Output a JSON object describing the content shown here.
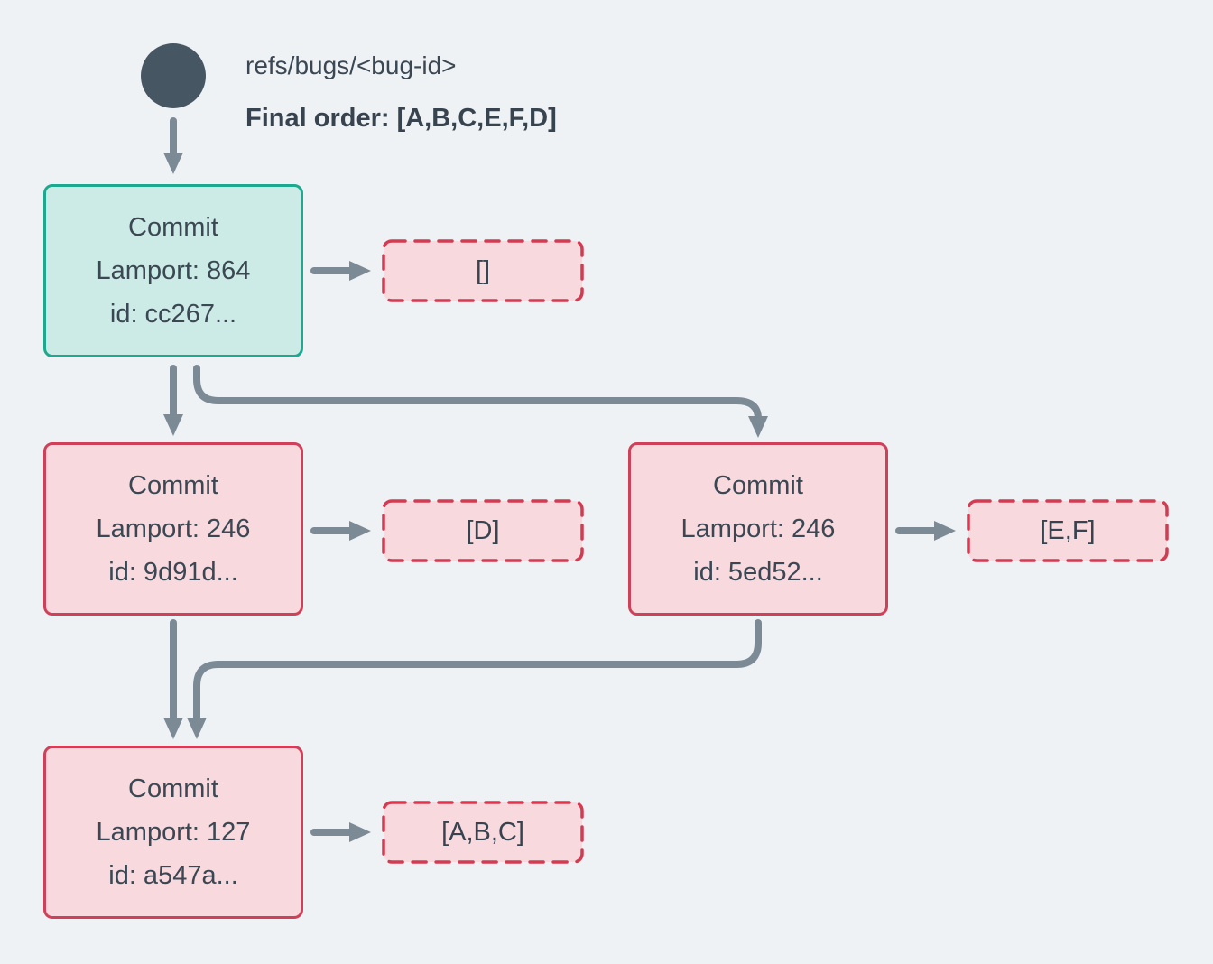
{
  "header": {
    "ref_label": "refs/bugs/<bug-id>",
    "final_order": "Final order: [A,B,C,E,F,D]"
  },
  "nodes": [
    {
      "id": "root",
      "title": "Commit",
      "lamport": "Lamport: 864",
      "commit_id": "id: cc267...",
      "variant": "teal",
      "order": "[]"
    },
    {
      "id": "left",
      "title": "Commit",
      "lamport": "Lamport: 246",
      "commit_id": "id: 9d91d...",
      "variant": "pink",
      "order": "[D]"
    },
    {
      "id": "right",
      "title": "Commit",
      "lamport": "Lamport: 246",
      "commit_id": "id: 5ed52...",
      "variant": "pink",
      "order": "[E,F]"
    },
    {
      "id": "bottom",
      "title": "Commit",
      "lamport": "Lamport: 127",
      "commit_id": "id: a547a...",
      "variant": "pink",
      "order": "[A,B,C]"
    }
  ],
  "edges": [
    {
      "from": "ref-circle",
      "to": "root"
    },
    {
      "from": "root",
      "to": "root-order"
    },
    {
      "from": "root",
      "to": "left"
    },
    {
      "from": "root",
      "to": "right"
    },
    {
      "from": "left",
      "to": "left-order"
    },
    {
      "from": "right",
      "to": "right-order"
    },
    {
      "from": "left",
      "to": "bottom"
    },
    {
      "from": "right",
      "to": "bottom"
    },
    {
      "from": "bottom",
      "to": "bottom-order"
    }
  ],
  "colors": {
    "background": "#eff2f5",
    "circle": "#475663",
    "text": "#3b4854",
    "teal_border": "#1ca98f",
    "teal_fill": "#cdebe6",
    "pink_border": "#d04058",
    "pink_fill": "#f8d9de",
    "dashed_border": "#d23b51",
    "arrow": "#7c8a96"
  }
}
